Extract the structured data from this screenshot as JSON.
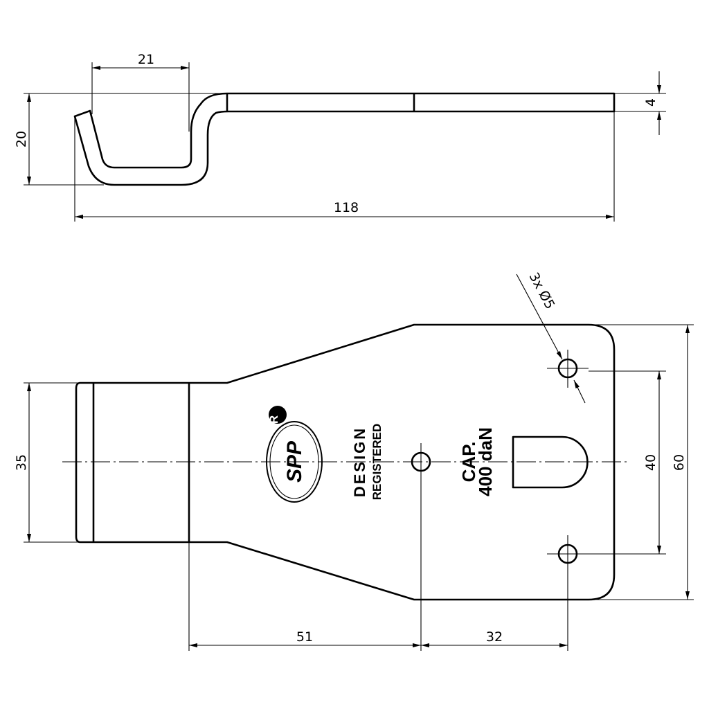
{
  "dimensions": {
    "side_width": "21",
    "side_height": "20",
    "thickness": "4",
    "overall_length": "118",
    "front_neck_width": "35",
    "hole_spacing": "40",
    "overall_width": "60",
    "center_hole_offset": "51",
    "hole_row_offset": "32",
    "hole_callout": "3x Ø5"
  },
  "marking": {
    "logo": "SPP",
    "registered_mark": "R",
    "design_line1": "DESIGN",
    "design_line2": "REGISTERED",
    "cap_line1": "CAP.",
    "cap_line2": "400 daN"
  }
}
